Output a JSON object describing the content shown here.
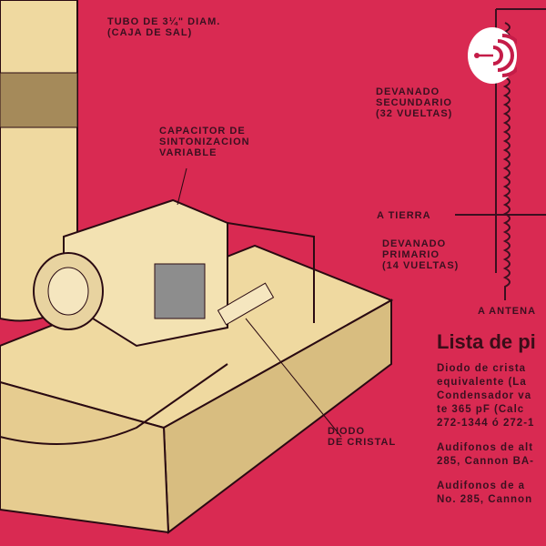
{
  "labels": {
    "tube": "TUBO DE 3¼\" DIAM.\n(CAJA DE SAL)",
    "capacitor": "CAPACITOR DE\nSINTONIZACION\nVARIABLE",
    "secondary": "DEVANADO\nSECUNDARIO\n(32 VUELTAS)",
    "ground": "A TIERRA",
    "primary": "DEVANADO\nPRIMARIO\n(14 VUELTAS)",
    "antenna": "A ANTENA",
    "diode": "DIODO\nDE CRISTAL"
  },
  "parts_list": {
    "title": "Lista de pi",
    "group1": [
      "Diodo de crista",
      "equivalente (La",
      "Condensador va",
      "te 365 pF (Calc",
      "272-1344 ó 272-1"
    ],
    "group2": [
      "Audifonos de alt",
      "285, Cannon BA-"
    ],
    "group3": [
      "Audifonos de a",
      "No. 285, Cannon"
    ]
  },
  "colors": {
    "background": "#d92a52",
    "ink": "#3a1020",
    "wood": "#efd9a0"
  },
  "logo_icon": "podcast-icon"
}
